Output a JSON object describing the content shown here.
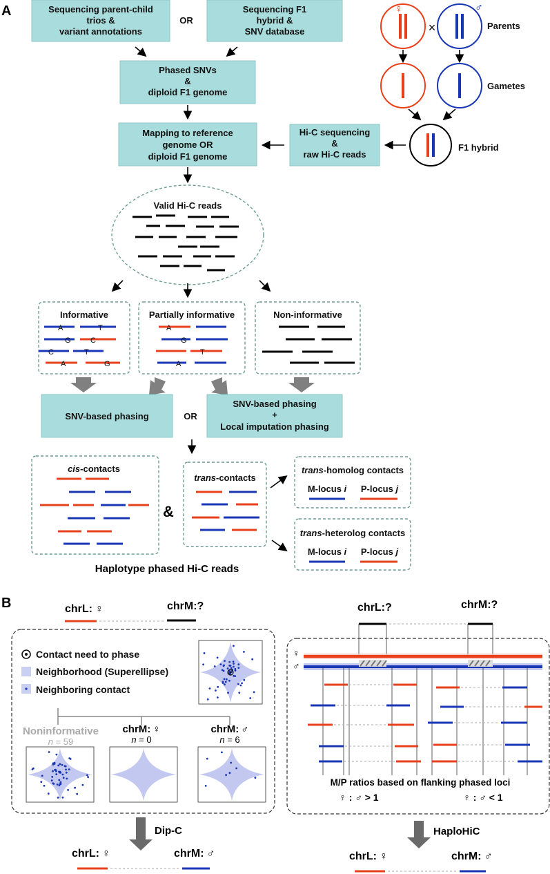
{
  "panel_a": {
    "label": "A",
    "box_trios": [
      "Sequencing parent-child",
      "trios &",
      "variant annotations"
    ],
    "or_top": "OR",
    "box_f1": [
      "Sequencing F1",
      "hybrid &",
      "SNV database"
    ],
    "box_phased": [
      "Phased SNVs",
      "&",
      "diploid F1 genome"
    ],
    "box_mapping": [
      "Mapping to reference",
      "genome OR",
      "diploid F1 genome"
    ],
    "box_hic": [
      "Hi-C sequencing",
      "&",
      "raw Hi-C reads"
    ],
    "parents_label": "Parents",
    "gametes_label": "Gametes",
    "f1_label": "F1 hybrid",
    "female_symbol": "♀",
    "male_symbol": "♂",
    "cross_symbol": "×",
    "valid_reads": "Valid Hi-C reads",
    "informative": "Informative",
    "partial": "Partially informative",
    "noninformative": "Non-informative",
    "informative_bases": [
      "A",
      "T",
      "G",
      "C",
      "C",
      "T",
      "A",
      "G"
    ],
    "partial_bases": [
      "A",
      "G",
      "T",
      "A"
    ],
    "snv_phasing": "SNV-based phasing",
    "or_mid": "OR",
    "snv_local": [
      "SNV-based phasing",
      "+",
      "Local imputation phasing"
    ],
    "cis_italic": "cis",
    "cis_rest": "-contacts",
    "ampersand": "&",
    "trans_italic": "trans",
    "trans_rest": "-contacts",
    "homolog_italic": "trans",
    "homolog_rest": "-homolog contacts",
    "heterolog_italic": "trans",
    "heterolog_rest": "-heterolog contacts",
    "m_locus": "M-locus ",
    "m_locus_i": "i",
    "p_locus": "P-locus ",
    "p_locus_j": "j",
    "footer": "Haplotype phased Hi-C reads"
  },
  "panel_b": {
    "label": "B",
    "left": {
      "chrL": "chrL:",
      "chrL_sym": "♀",
      "chrM": "chrM:?",
      "legend_contact": "Contact need to phase",
      "legend_neighborhood": "Neighborhood (Superellipse)",
      "legend_neighbor": "Neighboring contact",
      "noninf": "Noninformative",
      "noninf_n": "59",
      "chrM_f": "chrM:",
      "chrM_f_sym": "♀",
      "chrM_f_n": "0",
      "chrM_m": "chrM:",
      "chrM_m_sym": "♂",
      "chrM_m_n": "6",
      "n_prefix": "n",
      "n_eq": " = ",
      "method": "Dip-C",
      "result_chrL": "chrL:",
      "result_chrL_sym": "♀",
      "result_chrM": "chrM:",
      "result_chrM_sym": "♂"
    },
    "right": {
      "chrL": "chrL:?",
      "chrM": "chrM:?",
      "female_symbol": "♀",
      "male_symbol": "♂",
      "mp_title": "M/P ratios based on flanking phased loci",
      "ratio_gt": "♀ : ♂ > 1",
      "ratio_lt": "♀ : ♂ < 1",
      "method": "HaploHiC",
      "result_chrL": "chrL:",
      "result_chrL_sym": "♀",
      "result_chrM": "chrM:",
      "result_chrM_sym": "♂"
    }
  },
  "colors": {
    "maternal": "#e8401c",
    "paternal": "#1936b5",
    "box_fill": "#a9dcdc",
    "neighborhood": "#c3c8f0"
  }
}
